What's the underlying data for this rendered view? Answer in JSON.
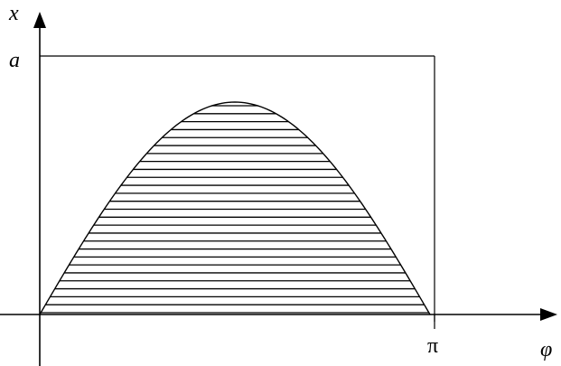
{
  "labels": {
    "y_axis": "x",
    "top_value": "a",
    "x_end_value": "π",
    "x_axis": "φ"
  },
  "curve": {
    "function": "sine",
    "domain": [
      "0",
      "π"
    ],
    "fill_pattern": "horizontal-hatching",
    "hatch_line_count": 27
  },
  "colors": {
    "ink": "#000000",
    "background": "#ffffff",
    "hatch_fill": "#ffffff"
  }
}
